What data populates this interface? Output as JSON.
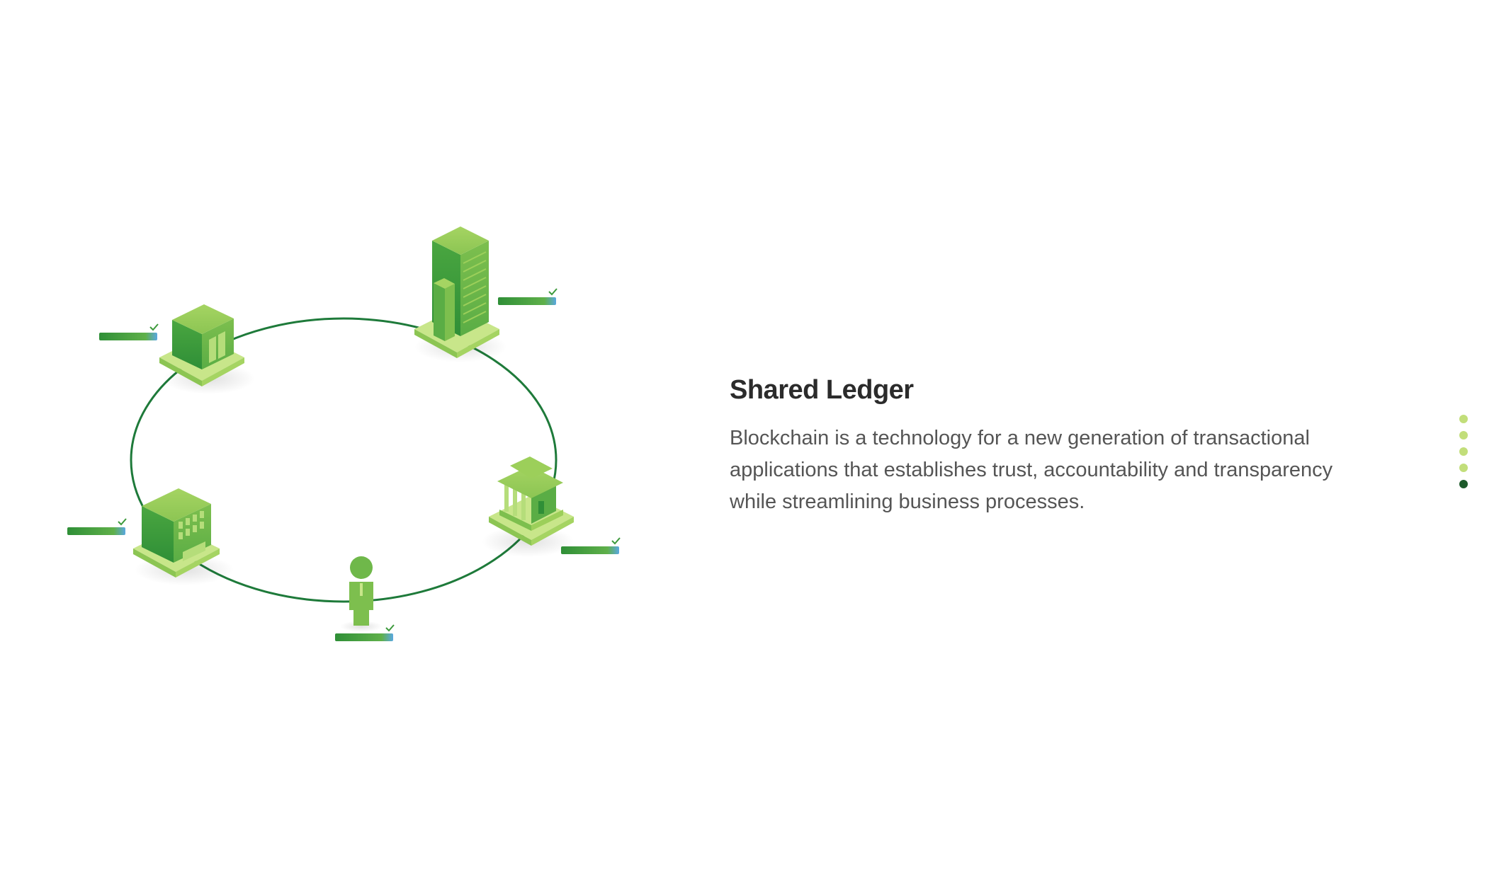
{
  "slide": {
    "title": "Shared Ledger",
    "description": "Blockchain is a technology for a new generation of transactional applications that establishes trust, accountability and transparency while streamlining business processes."
  },
  "pager": {
    "count": 5,
    "active_index": 4
  },
  "illustration": {
    "nodes": [
      "office-building-icon",
      "skyscraper-icon",
      "bank-icon",
      "person-icon",
      "office-block-icon"
    ],
    "ring_color": "#1e7a3a",
    "node_colors": {
      "light": "#9ccf5a",
      "mid": "#6fb84a",
      "dark": "#3d9a3c",
      "base": "#c8e68a",
      "ledger_accent": "#5aa8e0"
    }
  }
}
